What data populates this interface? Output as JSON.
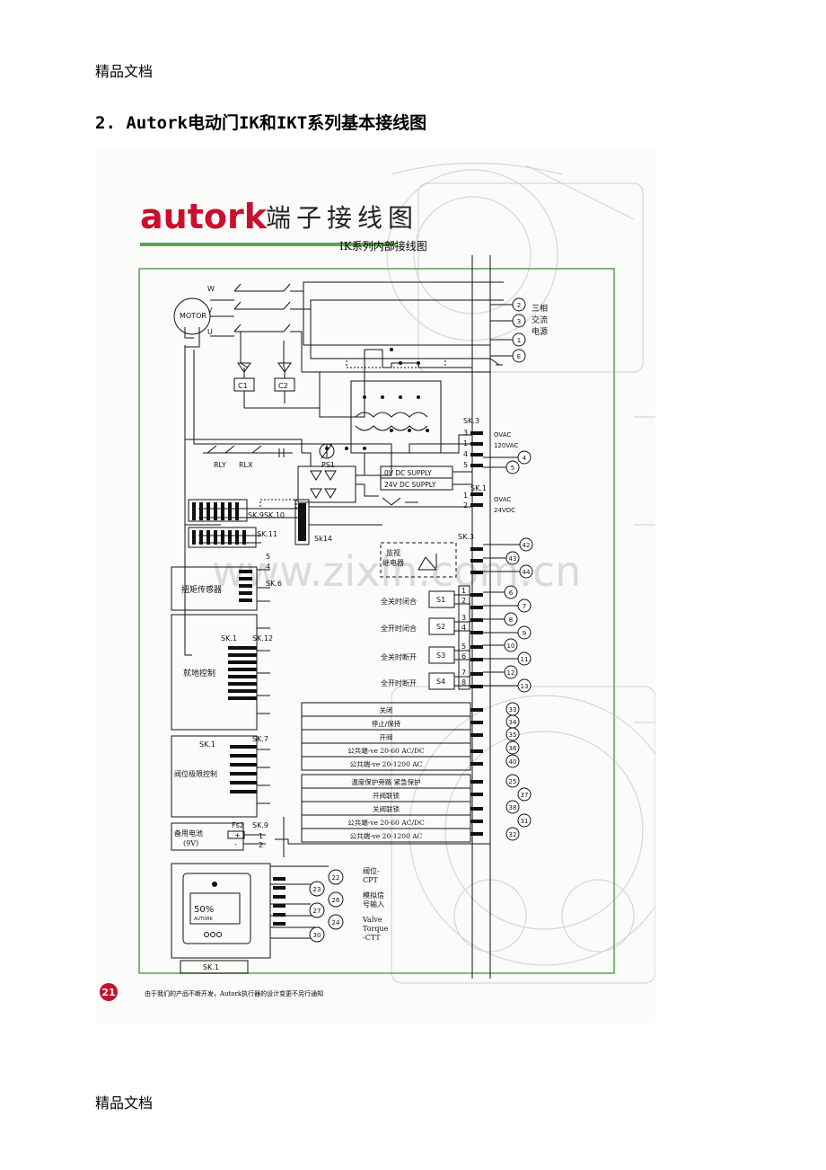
{
  "page": {
    "header_text": "精品文档",
    "footer_text": "精品文档",
    "title": "2. Autork电动门IK和IKT系列基本接线图"
  },
  "figure": {
    "brand": "autork",
    "heading": "端子接线图",
    "subtitle": "IK系列内部接线图",
    "page_number": "21",
    "footnote": "由于我们的产品不断开发，Autork执行器的设计变更不另行通知",
    "watermark": "www.zixin.com.cn",
    "motor": "MOTOR",
    "phases": [
      "W",
      "V",
      "U"
    ],
    "contactors": [
      "C1",
      "C2"
    ],
    "relays": [
      "RLY",
      "RLX"
    ],
    "ps1": "PS1",
    "sk3_top": "SK.3",
    "sk1_mid": "SK.1",
    "sk9_sk10": "SK.9SK.10",
    "sk11": "SK.11",
    "sk14": "Sk14",
    "sk6": "SK.6",
    "sk12": "SK.12",
    "sk1_local": "SK.1",
    "sk7": "SK.7",
    "sk1_limit": "SK.1",
    "sk9_batt": "SK.9",
    "fs2": "Fs2",
    "sk1_bottom": "SK.1",
    "sk3_monitor": "SK.3",
    "supply_0v": "0V DC SUPPLY",
    "supply_24v": "24V DC SUPPLY",
    "volt_0vac": "OVAC",
    "volt_120vac": "120VAC",
    "volt_0vac_2": "OVAC",
    "volt_24vdc": "24VDC",
    "power_label_1": "三相",
    "power_label_2": "交流",
    "power_label_3": "电源",
    "torque_sensor": "扭矩传感器",
    "local_control": "就地控制",
    "valve_limit": "阀位极限控制",
    "battery_1": "备用电池",
    "battery_2": "(9V)",
    "monitor_relay_1": "监视",
    "monitor_relay_2": "继电器",
    "display_value": "50%",
    "display_brand": "AUTORK",
    "cpt_1": "阀位-",
    "cpt_2": "CPT",
    "analog_1": "模拟信",
    "analog_2": "号输入",
    "ctt_1": "Valve",
    "ctt_2": "Torque",
    "ctt_3": "-CTT",
    "switches": [
      {
        "label": "全关时闭合",
        "code": "S1"
      },
      {
        "label": "全开时闭合",
        "code": "S2"
      },
      {
        "label": "全关时断开",
        "code": "S3"
      },
      {
        "label": "全开时断开",
        "code": "S4"
      }
    ],
    "terminals_power": [
      "2",
      "3",
      "1",
      "E"
    ],
    "terminals_supply": [
      "4",
      "5"
    ],
    "terminals_monitor": [
      "42",
      "43",
      "44"
    ],
    "terminals_switch": [
      "6",
      "7",
      "8",
      "9",
      "10",
      "11",
      "12",
      "13"
    ],
    "terminals_remote1": [
      "33",
      "34",
      "35",
      "36",
      "40"
    ],
    "terminals_remote2": [
      "25",
      "37",
      "38",
      "31",
      "32"
    ],
    "terminals_analog": [
      "22",
      "23",
      "26",
      "27",
      "24",
      "30"
    ],
    "remote_table_1": [
      "关闭",
      "停止/保持",
      "开阀",
      "公共端-ve 20-60 AC/DC",
      "公共端-ve 20-1200 AC"
    ],
    "remote_table_2": [
      "温度保护旁路 紧急保护",
      "开阀联锁",
      "关阀联锁",
      "公共端-ve 20-60 AC/DC",
      "公共端-ve 20-1200 AC"
    ],
    "pins_sk3": [
      "3",
      "1",
      "4",
      "5"
    ],
    "pins_sk1": [
      "1",
      "2"
    ],
    "pins_sk6": [
      "5",
      "4"
    ],
    "pins_switch": [
      "1",
      "2",
      "3",
      "4",
      "5",
      "6",
      "7",
      "8"
    ],
    "pins_battery": [
      "1",
      "2"
    ],
    "battery_signs": [
      "+",
      "-"
    ]
  },
  "colors": {
    "brand_red": "#c8102e",
    "border_green": "#56a84a",
    "line": "#111111",
    "watermark": "#bdbdbd"
  }
}
